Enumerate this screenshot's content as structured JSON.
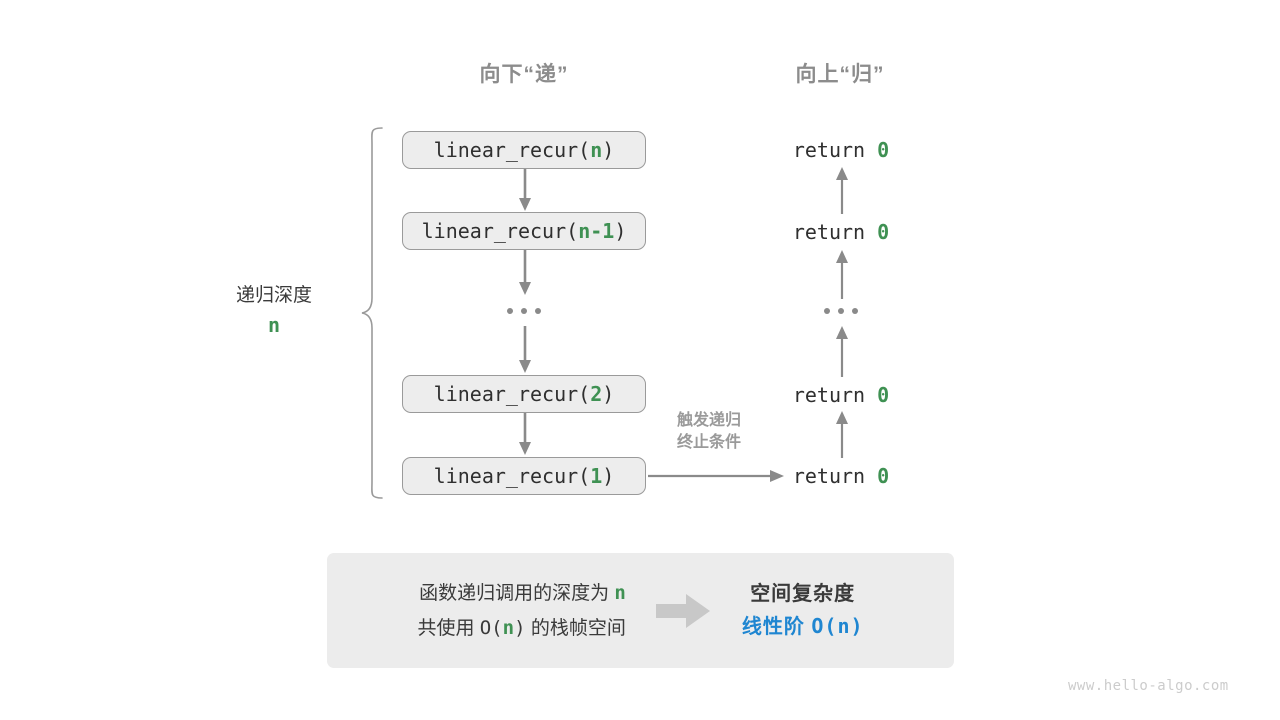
{
  "diagram": {
    "headers": {
      "down": "向下“递”",
      "up": "向上“归”"
    },
    "depth": {
      "label": "递归深度",
      "value": "n"
    },
    "trigger_note": {
      "line1": "触发递归",
      "line2": "终止条件"
    },
    "calls": [
      {
        "prefix": "linear_recur(",
        "arg": "n",
        "suffix": ")"
      },
      {
        "prefix": "linear_recur(",
        "arg": "n-1",
        "suffix": ")"
      },
      {
        "prefix": "linear_recur(",
        "arg": "2",
        "suffix": ")"
      },
      {
        "prefix": "linear_recur(",
        "arg": "1",
        "suffix": ")"
      }
    ],
    "returns": [
      {
        "keyword": "return",
        "value": "0"
      },
      {
        "keyword": "return",
        "value": "0"
      },
      {
        "keyword": "return",
        "value": "0"
      },
      {
        "keyword": "return",
        "value": "0"
      }
    ],
    "ellipsis": "..."
  },
  "summary": {
    "left_line1_a": "函数递归调用的深度为",
    "left_line1_n": "n",
    "left_line2_a": "共使用",
    "left_line2_b": "O(",
    "left_line2_n": "n",
    "left_line2_c": ")",
    "left_line2_d": "的栈帧空间",
    "right_title": "空间复杂度",
    "right_value_label": "线性阶",
    "right_value_expr": "O(n)"
  },
  "watermark": "www.hello-algo.com",
  "colors": {
    "green": "#3f9153",
    "blue": "#1f86d1",
    "gray_text": "#3a3a3a",
    "gray_muted": "#8c8c8c",
    "arrow": "#8a8a8a",
    "box_fill": "#ededed",
    "box_border": "#9a9a9a",
    "panel_fill": "#ececec",
    "background": "#ffffff"
  }
}
